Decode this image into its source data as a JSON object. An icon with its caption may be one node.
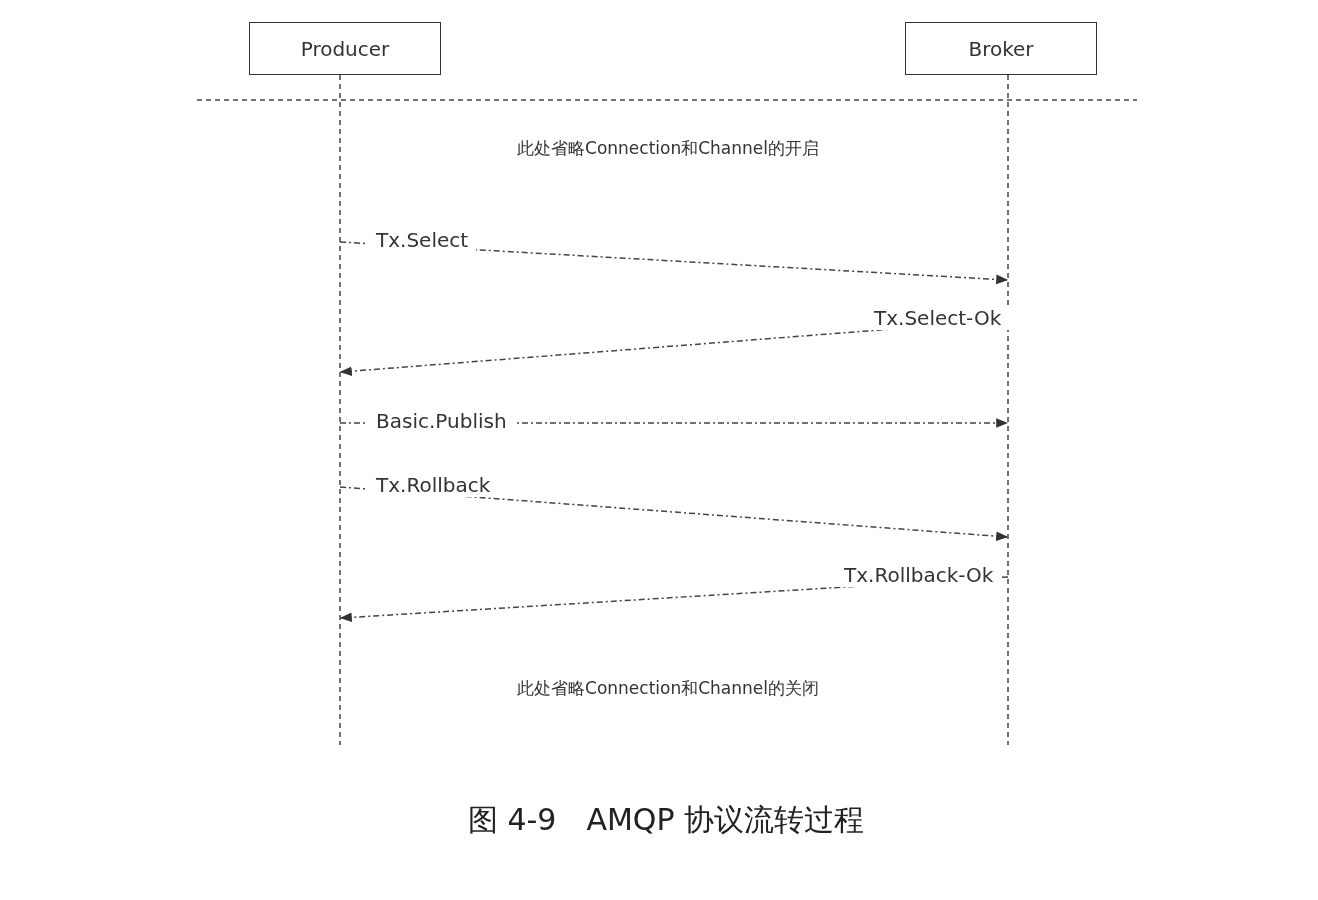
{
  "diagram": {
    "caption": "图 4-9　AMQP 协议流转过程",
    "nodes": [
      {
        "text": [
          "Producer"
        ]
      },
      {
        "text": [
          "Broker"
        ]
      }
    ],
    "edges": [
      {
        "from": 0,
        "to": 1,
        "arrow": "to",
        "label": "Tx.Select",
        "style": "dashed"
      },
      {
        "from": 1,
        "to": 0,
        "arrow": "to",
        "label": "Tx.Select-Ok",
        "style": "dashed"
      },
      {
        "from": 0,
        "to": 1,
        "arrow": "to",
        "label": "Basic.Publish",
        "style": "dashed"
      },
      {
        "from": 0,
        "to": 1,
        "arrow": "to",
        "label": "Tx.Rollback",
        "style": "dashed"
      },
      {
        "from": 1,
        "to": 0,
        "arrow": "to",
        "label": "Tx.Rollback-Ok",
        "style": "dashed"
      }
    ],
    "labels": [
      "此处省略Connection和Channel的开启",
      "此处省略Connection和Channel的关闭"
    ]
  }
}
